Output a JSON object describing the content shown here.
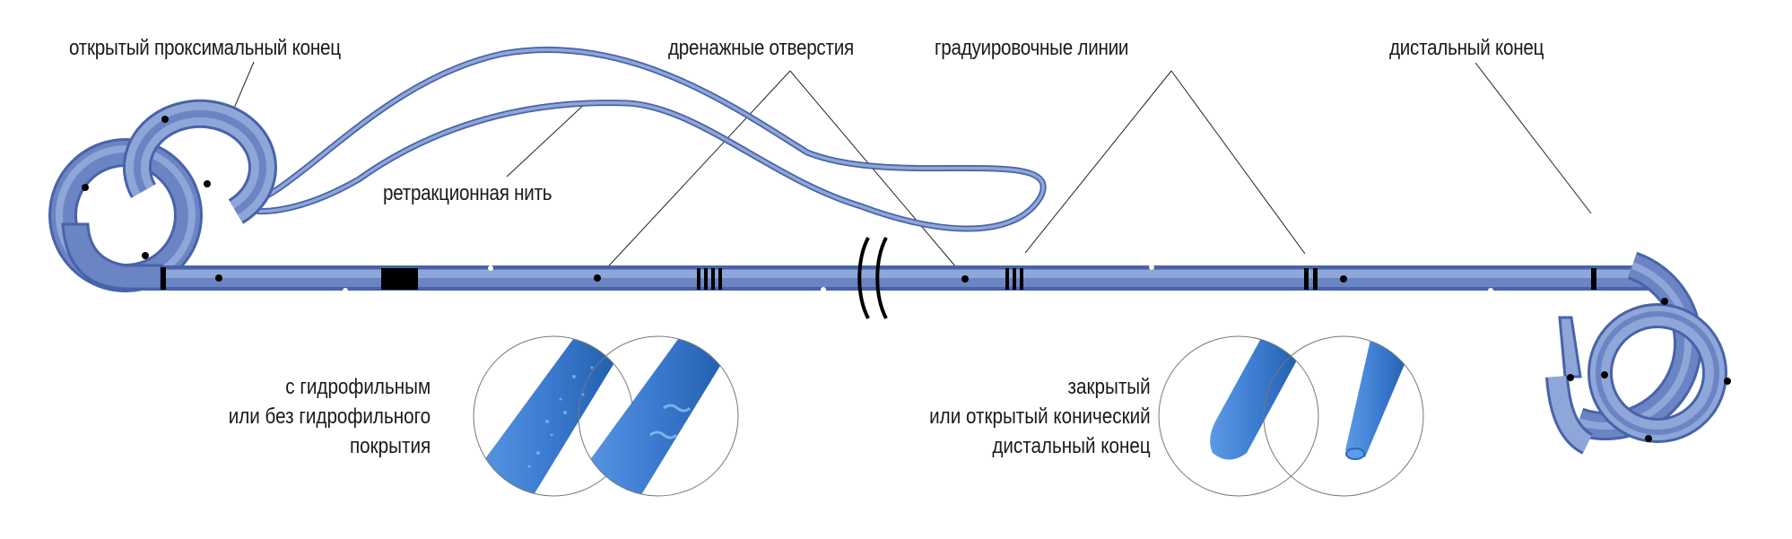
{
  "diagram": {
    "subject": "ureteral stent (catheter) diagram",
    "colors": {
      "tube_fill": "#6b84c4",
      "tube_light": "#8fa6d8",
      "tube_outline": "#4763aa",
      "marker": "#000000",
      "leader_line": "#222222",
      "photo_blue": "#3d7fd0",
      "background": "#ffffff"
    },
    "labels": {
      "proximal_end": "открытый проксимальный конец",
      "retraction_thread": "ретракционная нить",
      "drainage_holes": "дренажные отверстия",
      "graduation_lines": "градуировочные линии",
      "distal_end": "дистальный конец"
    },
    "coating_caption": {
      "line1": "с гидрофильным",
      "line2": "или без гидрофильного",
      "line3": "покрытия"
    },
    "tip_caption": {
      "line1": "закрытый",
      "line2": "или открытый конический",
      "line3": "дистальный конец"
    },
    "detail_views": [
      {
        "name": "hydrophilic-coating-view",
        "description": "tube with droplet texture"
      },
      {
        "name": "non-hydrophilic-coating-view",
        "description": "tube with smooth glossy surface"
      },
      {
        "name": "closed-tip-view",
        "description": "rounded closed tip"
      },
      {
        "name": "open-conical-tip-view",
        "description": "tapered open tip"
      }
    ],
    "graduation_marks": [
      {
        "position": "proximal-start",
        "count": 1
      },
      {
        "position": "block",
        "count": 0,
        "type": "solid-block"
      },
      {
        "position": "mid-left",
        "count": 4
      },
      {
        "position": "mid-right",
        "count": 3
      },
      {
        "position": "right",
        "count": 2
      },
      {
        "position": "distal-start",
        "count": 1
      }
    ],
    "break_symbol": "((",
    "icons": [
      "pigtail-coil-proximal",
      "pigtail-coil-distal",
      "retraction-thread-loop",
      "break-symbol"
    ]
  }
}
